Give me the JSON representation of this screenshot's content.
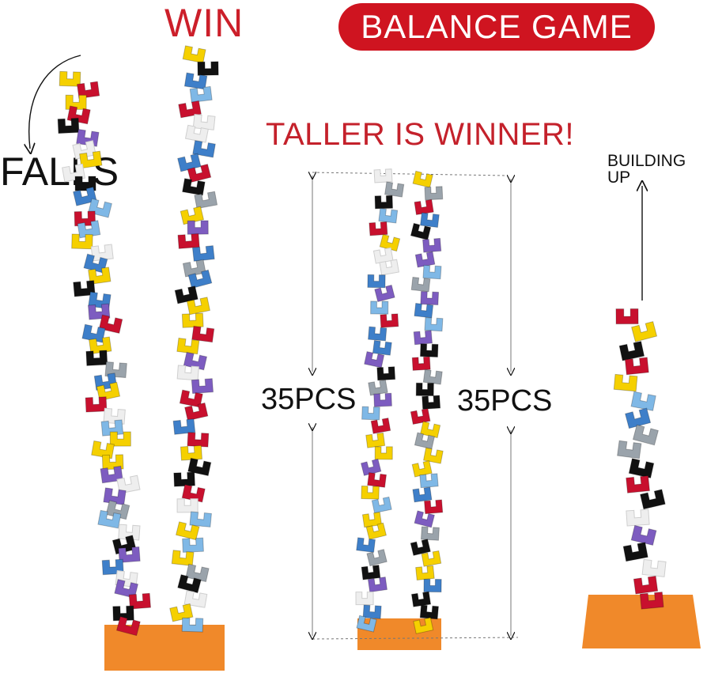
{
  "labels": {
    "win": "WIN",
    "banner": "BALANCE GAME",
    "tagline": "TALLER IS WINNER!",
    "falls": "FALLS",
    "building": "BUILDING UP",
    "count_left": "35PCS",
    "count_right": "35PCS"
  },
  "colors": {
    "accent_red": "#cf1420",
    "baseplate": "#f0892a",
    "pieces": [
      "#c8102e",
      "#3e7fc9",
      "#7d5cc0",
      "#f5d000",
      "#111111",
      "#eeeeee",
      "#9aa3ab",
      "#7fb8e6"
    ]
  },
  "towers": [
    {
      "name": "falling-tower",
      "pieces": 48
    },
    {
      "name": "winning-tower",
      "pieces": 44
    },
    {
      "name": "measured-tower-left",
      "pieces": 35
    },
    {
      "name": "measured-tower-right",
      "pieces": 35
    },
    {
      "name": "building-tower",
      "pieces": 18
    }
  ]
}
